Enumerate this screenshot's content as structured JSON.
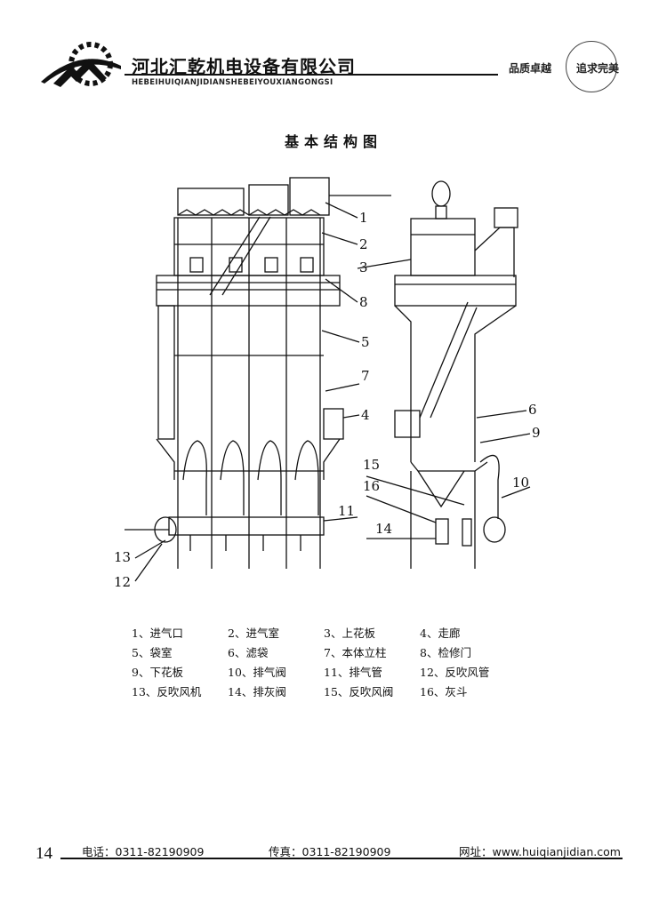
{
  "header": {
    "company_cn": "河北汇乾机电设备有限公司",
    "company_en": "HEBEIHUIQIANJIDIANSHEBEIYOUXIANGONGSI",
    "slogan_left": "品质卓越",
    "slogan_right": "追求完美"
  },
  "title": "基本结构图",
  "callouts": [
    "1",
    "2",
    "3",
    "8",
    "5",
    "7",
    "4",
    "6",
    "9",
    "10",
    "11",
    "13",
    "12",
    "15",
    "16",
    "14"
  ],
  "legend": [
    [
      "1、进气口",
      "2、进气室",
      "3、上花板",
      "4、走廊"
    ],
    [
      "5、袋室",
      "6、滤袋",
      "7、本体立柱",
      "8、检修门"
    ],
    [
      "9、下花板",
      "10、排气阀",
      "11、排气管",
      "12、反吹风管"
    ],
    [
      "13、反吹风机",
      "14、排灰阀",
      "15、反吹风阀",
      "16、灰斗"
    ]
  ],
  "footer": {
    "page": "14",
    "tel": "电话：0311-82190909",
    "fax": "传真：0311-82190909",
    "web": "网址：www.huiqianjidian.com"
  },
  "colors": {
    "ink": "#111111",
    "paper": "#ffffff"
  }
}
